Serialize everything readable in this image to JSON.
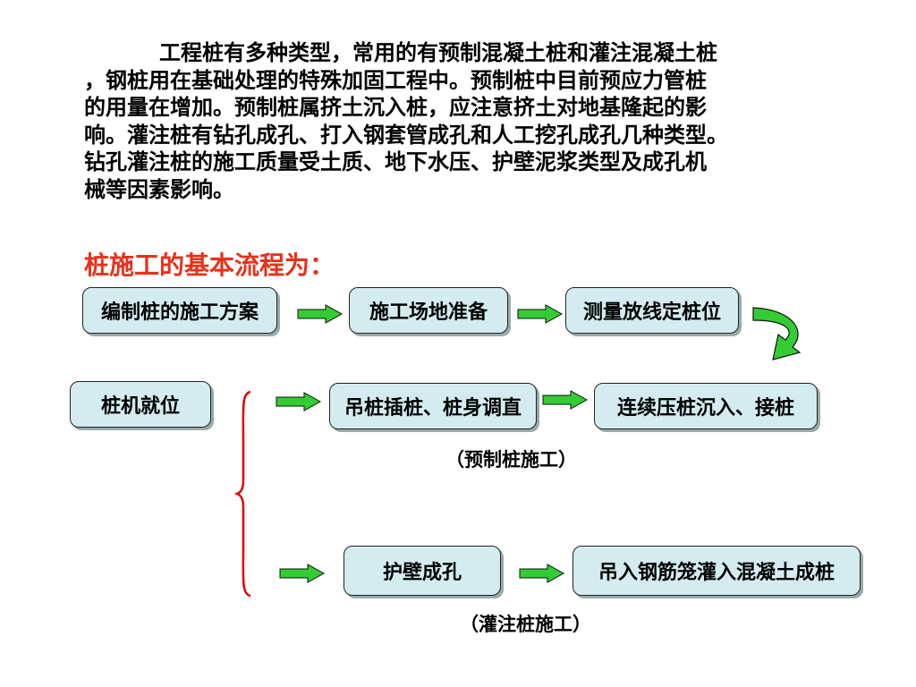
{
  "paragraph": {
    "lines": [
      "工程桩有多种类型，常用的有预制混凝土桩和灌注混凝土桩",
      "，钢桩用在基础处理的特殊加固工程中。预制桩中目前预应力管桩",
      "的用量在增加。预制桩属挤土沉入桩，应注意挤土对地基隆起的影",
      "响。灌注桩有钻孔成孔、打入钢套管成孔和人工挖孔成孔几种类型。",
      "钻孔灌注桩的施工质量受土质、地下水压、护壁泥浆类型及成孔机",
      "械等因素影响。"
    ]
  },
  "heading": "桩施工的基本流程为：",
  "flow": {
    "step1": "编制桩的施工方案",
    "step2": "施工场地准备",
    "step3": "测量放线定桩位",
    "step4": "桩机就位",
    "precast": {
      "step1": "吊桩插桩、桩身调直",
      "step2": "连续压桩沉入、接桩",
      "caption": "（预制桩施工）"
    },
    "cast": {
      "step1": "护壁成孔",
      "step2": "吊入钢筋笼灌入混凝土成桩",
      "caption": "（灌注桩施工）"
    }
  },
  "colors": {
    "box_fill": "#d4ecf0",
    "arrow_green": "#33cc33",
    "heading_red": "#e8301a",
    "brace_red": "#e00000"
  }
}
